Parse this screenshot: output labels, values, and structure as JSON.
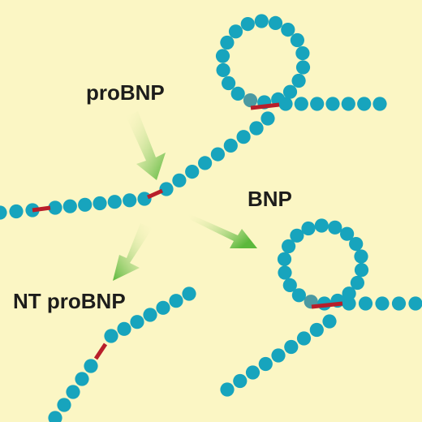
{
  "labels": {
    "precursor": "proBNP",
    "active_hormone": "BNP",
    "n_terminal": "NT proBNP"
  },
  "colors": {
    "background": "#fbf6c4",
    "bead": "#17a4bd",
    "bead_muted": "#4b9aa2",
    "disulfide_bond": "#b81e2a",
    "arrow_green": "#5cb83c",
    "text": "#1d1d1b"
  },
  "icons": {
    "arrow": "green-gradient-arrow-icon",
    "bead": "amino-acid-bead-icon",
    "bond": "cleavage-bond-icon"
  }
}
